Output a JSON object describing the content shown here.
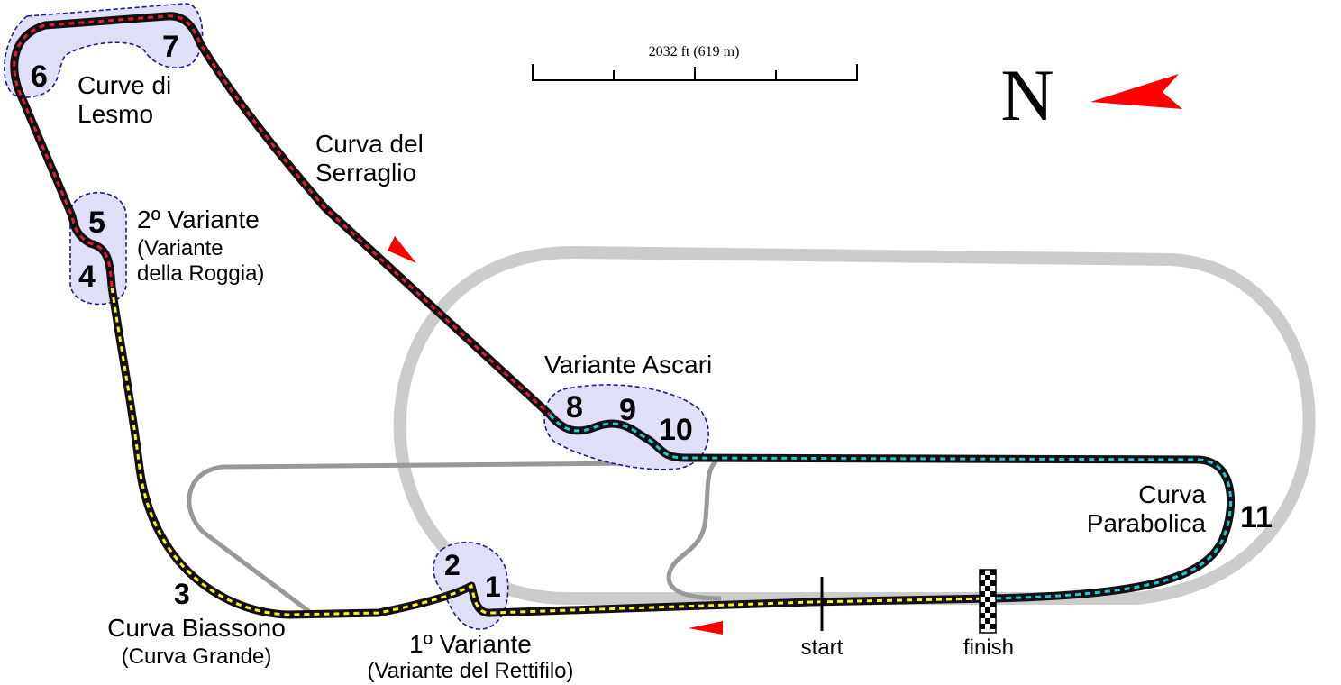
{
  "scale": {
    "label": "2032 ft (619 m)"
  },
  "compass": {
    "letter": "N"
  },
  "corners": {
    "c1": "1",
    "c2": "2",
    "c3": "3",
    "c4": "4",
    "c5": "5",
    "c6": "6",
    "c7": "7",
    "c8": "8",
    "c9": "9",
    "c10": "10",
    "c11": "11"
  },
  "labels": {
    "lesmo_1": "Curve di",
    "lesmo_2": "Lesmo",
    "serraglio_1": "Curva del",
    "serraglio_2": "Serraglio",
    "roggia_1": "2º Variante",
    "roggia_2": "(Variante",
    "roggia_3": "della Roggia)",
    "ascari": "Variante Ascari",
    "parabolica_1": "Curva",
    "parabolica_2": "Parabolica",
    "biassono_1": "Curva Biassono",
    "biassono_2": "(Curva Grande)",
    "rettifilo_1": "1º Variante",
    "rettifilo_2": "(Variante del Rettifilo)",
    "start": "start",
    "finish": "finish"
  },
  "colors": {
    "sector1": "#ffee22",
    "sector2": "#e02030",
    "sector3": "#22c8d8",
    "track": "#111111",
    "oval": "#cccccc",
    "old_track": "#999999",
    "zone_fill": "#dfe0f7",
    "zone_stroke": "#1a1aa0",
    "arrow": "#ff0000"
  }
}
